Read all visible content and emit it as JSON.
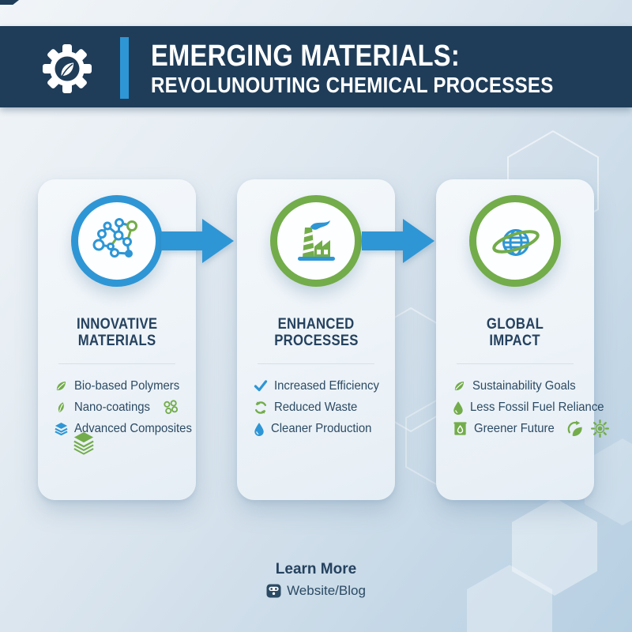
{
  "colors": {
    "navy": "#1f3d59",
    "blue": "#2e96d5",
    "green": "#73ac4a",
    "text": "#2b4a63",
    "title": "#25425f",
    "card_bg": "#eef3f8"
  },
  "header": {
    "icon": "gear-leaf-icon",
    "title_line1": "EMERGING MATERIALS:",
    "title_line2": "REVOLUNOUTING CHEMICAL PROCESSES"
  },
  "cards": [
    {
      "id": "innovative-materials",
      "icon": "molecule-icon",
      "ring_color": "#2e96d5",
      "title_line1": "INNOVATIVE",
      "title_line2": "MATERIALS",
      "items": [
        {
          "icon": "leaf-icon",
          "label": "Bio-based Polymers"
        },
        {
          "icon": "leaf-filled-icon",
          "label": "Nano-coatings",
          "trailing_icons": [
            "molecule-cluster-icon"
          ]
        },
        {
          "icon": "layers-blue-icon",
          "label": "Advanced Composites"
        }
      ],
      "footer_icon": "layers-green-icon"
    },
    {
      "id": "enhanced-processes",
      "icon": "factory-icon",
      "ring_color": "#73ac4a",
      "title_line1": "ENHANCED",
      "title_line2": "PROCESSES",
      "items": [
        {
          "icon": "check-icon",
          "label": "Increased Efficiency"
        },
        {
          "icon": "recycle-icon",
          "label": "Reduced Waste"
        },
        {
          "icon": "droplet-blue-icon",
          "label": "Cleaner Production"
        }
      ]
    },
    {
      "id": "global-impact",
      "icon": "globe-orbit-icon",
      "ring_color": "#73ac4a",
      "title_line1": "GLOBAL",
      "title_line2": "IMPACT",
      "items": [
        {
          "icon": "leaf-icon",
          "label": "Sustainability Goals"
        },
        {
          "icon": "droplet-green-icon",
          "label": "Less Fossil Fuel Reliance"
        },
        {
          "icon": "barrel-icon",
          "label": "Greener Future",
          "trailing_icons": [
            "recycle-leaf-icon",
            "sun-icon"
          ]
        }
      ]
    }
  ],
  "arrows": [
    {
      "icon": "arrow-right-icon"
    },
    {
      "icon": "arrow-right-icon"
    }
  ],
  "footer": {
    "learn_more": "Learn More",
    "link_icon": "website-icon",
    "link_label": "Website/Blog"
  }
}
